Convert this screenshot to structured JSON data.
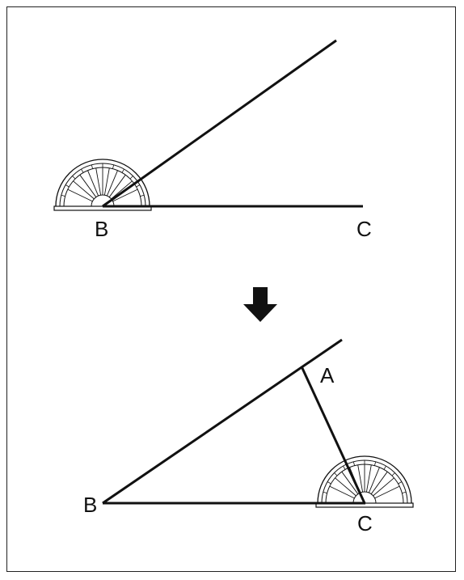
{
  "diagram": {
    "top_step": {
      "vertex_label": "B",
      "ray_end_label": "C"
    },
    "bottom_step": {
      "vertex_b_label": "B",
      "vertex_c_label": "C",
      "vertex_a_label": "A"
    },
    "arrow_icon": "down-arrow-icon",
    "colors": {
      "stroke": "#111111",
      "background": "#ffffff"
    }
  }
}
